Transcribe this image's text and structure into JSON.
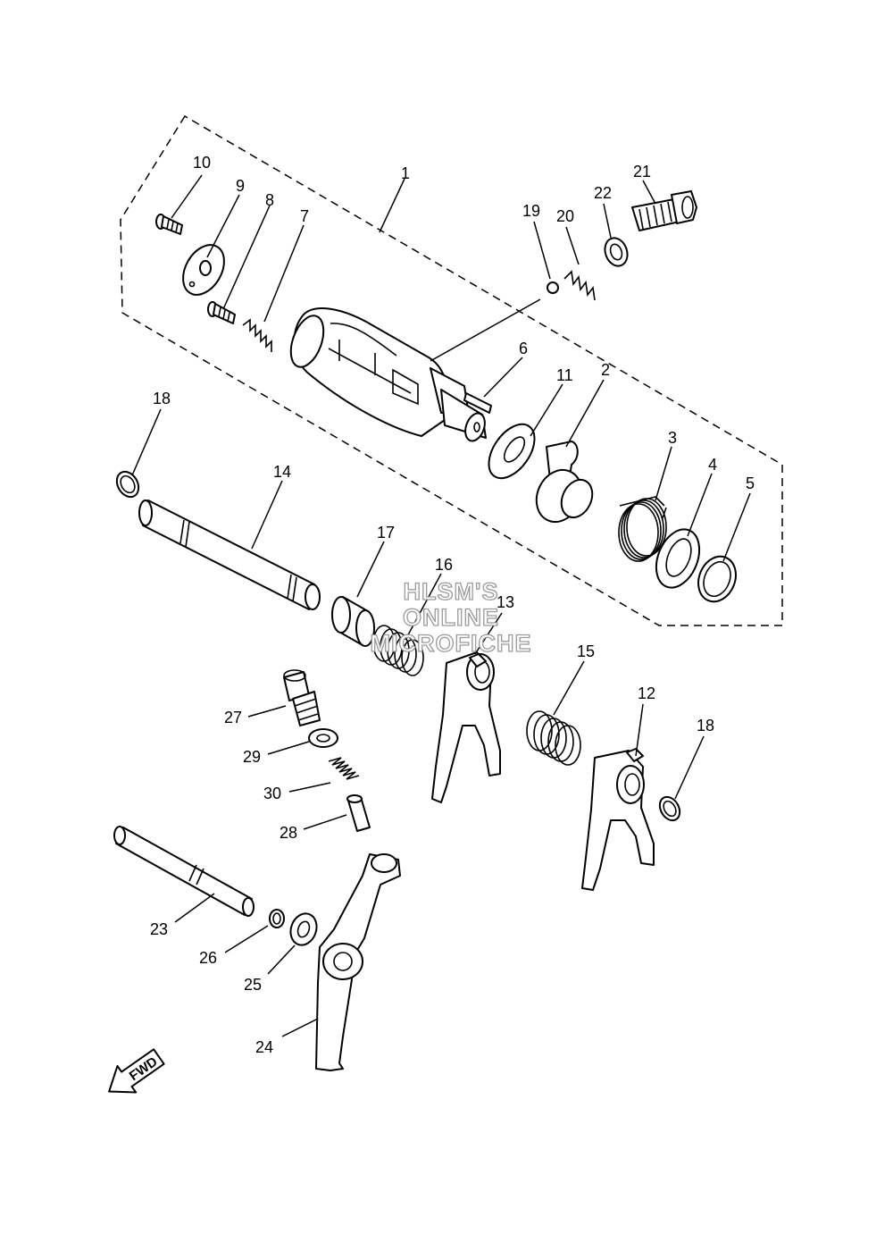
{
  "watermark": {
    "line1": "HLSM'S",
    "line2": "ONLINE",
    "line3": "MICROFICHE"
  },
  "direction_marker": {
    "label": "FWD",
    "icon": "arrow-fwd-icon"
  },
  "callouts": [
    {
      "id": "1",
      "label": "1"
    },
    {
      "id": "2",
      "label": "2"
    },
    {
      "id": "3",
      "label": "3"
    },
    {
      "id": "4",
      "label": "4"
    },
    {
      "id": "5",
      "label": "5"
    },
    {
      "id": "6",
      "label": "6"
    },
    {
      "id": "7",
      "label": "7"
    },
    {
      "id": "8",
      "label": "8"
    },
    {
      "id": "9",
      "label": "9"
    },
    {
      "id": "10",
      "label": "10"
    },
    {
      "id": "11",
      "label": "11"
    },
    {
      "id": "12",
      "label": "12"
    },
    {
      "id": "13",
      "label": "13"
    },
    {
      "id": "14",
      "label": "14"
    },
    {
      "id": "15",
      "label": "15"
    },
    {
      "id": "16",
      "label": "16"
    },
    {
      "id": "17",
      "label": "17"
    },
    {
      "id": "18a",
      "label": "18"
    },
    {
      "id": "18b",
      "label": "18"
    },
    {
      "id": "19",
      "label": "19"
    },
    {
      "id": "20",
      "label": "20"
    },
    {
      "id": "21",
      "label": "21"
    },
    {
      "id": "22",
      "label": "22"
    },
    {
      "id": "23",
      "label": "23"
    },
    {
      "id": "24",
      "label": "24"
    },
    {
      "id": "25",
      "label": "25"
    },
    {
      "id": "26",
      "label": "26"
    },
    {
      "id": "27",
      "label": "27"
    },
    {
      "id": "28",
      "label": "28"
    },
    {
      "id": "29",
      "label": "29"
    },
    {
      "id": "30",
      "label": "30"
    }
  ]
}
